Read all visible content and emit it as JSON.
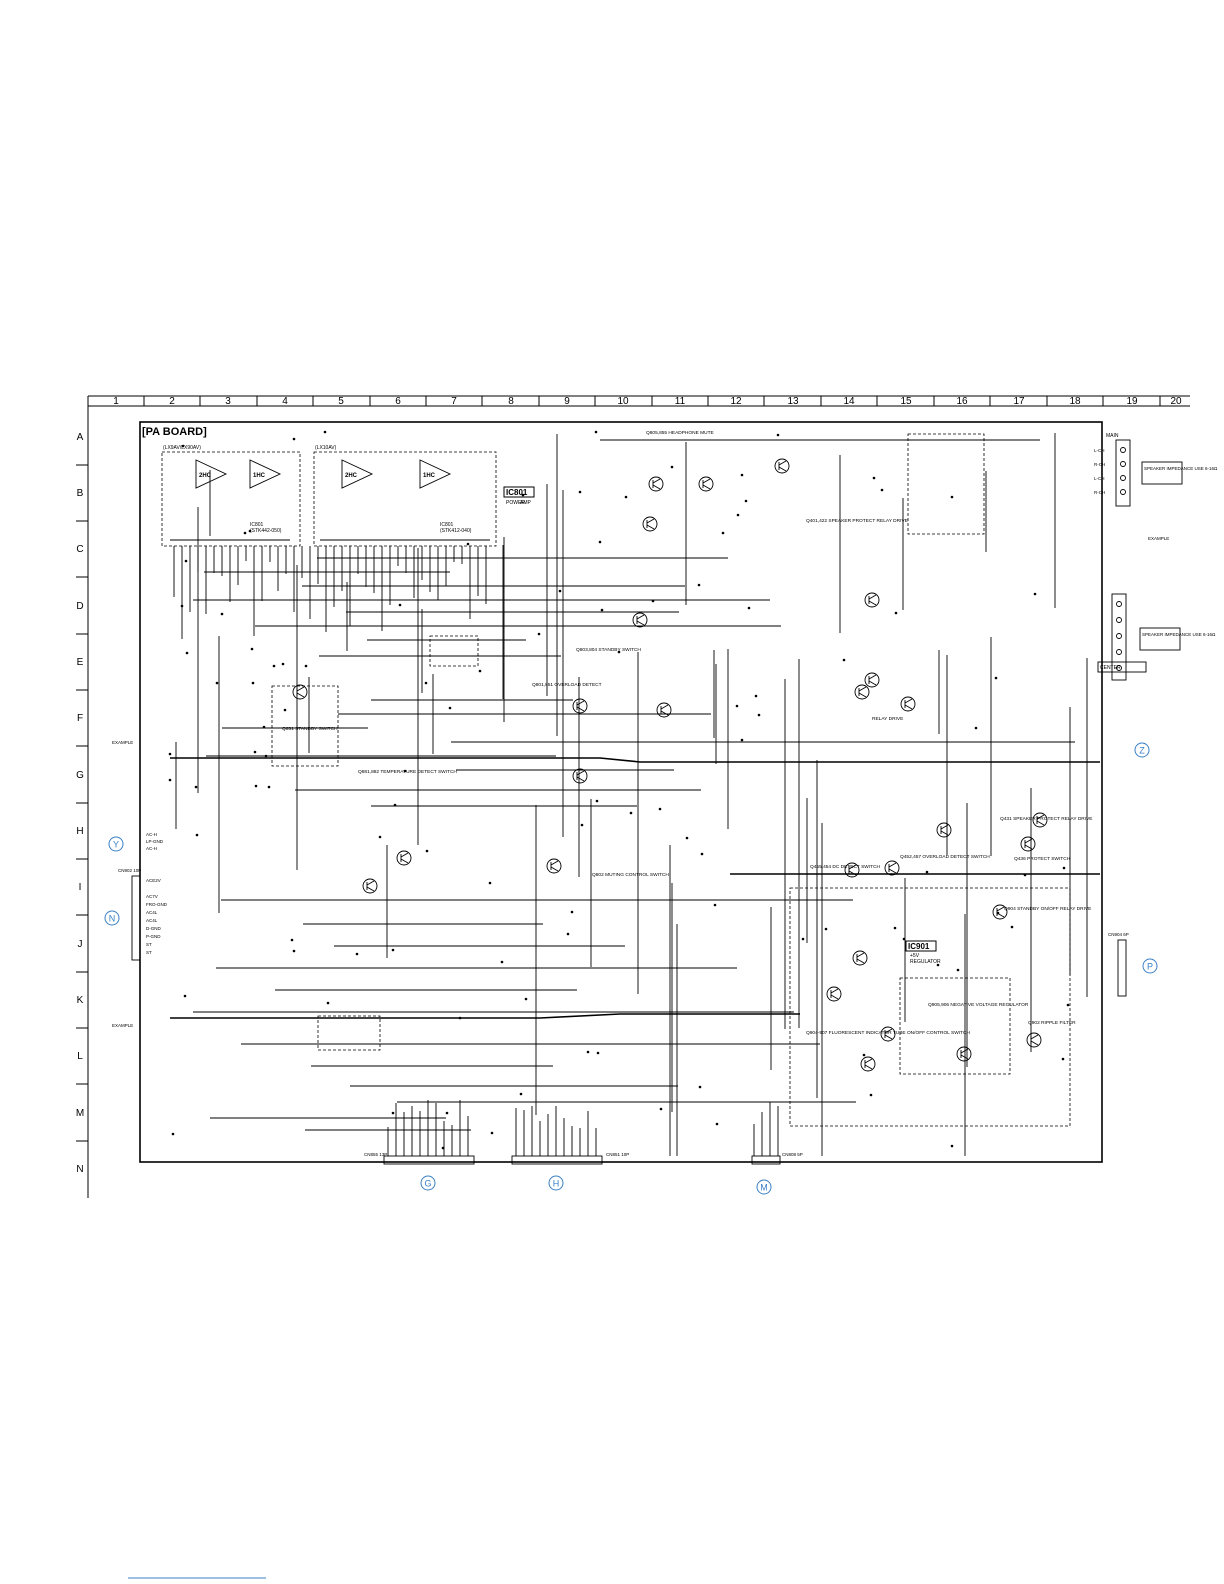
{
  "board_title": "[PA BOARD]",
  "column_labels": [
    "1",
    "2",
    "3",
    "4",
    "5",
    "6",
    "7",
    "8",
    "9",
    "10",
    "11",
    "12",
    "13",
    "14",
    "15",
    "16",
    "17",
    "18",
    "19",
    "20"
  ],
  "row_labels": [
    "A",
    "B",
    "C",
    "D",
    "E",
    "F",
    "G",
    "H",
    "I",
    "J",
    "K",
    "L",
    "M",
    "N"
  ],
  "ics": {
    "ic801": {
      "label": "IC801",
      "desc_1": "POWER",
      "desc_2": "AMP"
    },
    "ic901": {
      "label": "IC901",
      "desc_1": "+5V",
      "desc_2": "REGULATOR"
    }
  },
  "amp_blocks": {
    "left": {
      "variant": "(LX9AV/LX90AV)",
      "ch_a": "2HC",
      "ch_b": "1HC",
      "part": "IC801",
      "part_no": "(STK442-050)"
    },
    "right": {
      "variant": "(LX10AV)",
      "ch_a": "2HC",
      "ch_b": "1HC",
      "part": "IC801",
      "part_no": "(STK412-040)"
    }
  },
  "circuit_captions": {
    "headphone_mute": "Q805,855 HEADPHONE MUTE",
    "standby_switch_upper": "Q803,804 STANDBY SWITCH",
    "overload_detect": "Q801,851 OVERLOAD DETECT",
    "standby_switch": "Q851 STANDBY SWITCH",
    "temp_detect": "Q881,882 TEMPERATURE DETECT SWITCH",
    "muting_control": "Q802 MUTING CONTROL SWITCH",
    "speaker_protect_relay": "Q401,422 SPEAKER PROTECT RELAY DRIVE",
    "relay_drive": "RELAY DRIVE",
    "dc_detect": "Q455,454 DC DETECT SWITCH",
    "overload_detect_2": "Q452,457 OVERLOAD DETECT SWITCH",
    "speaker_protect_drive": "Q431 SPEAKER PROTECT RELAY DRIVE",
    "protect_switch": "Q436 PROTECT SWITCH",
    "standby_onoff": "Q904 STANDBY ON/OFF RELAY DRIVE",
    "fl_tube_switch": "Q904-907 FLUORESCENT INDICATOR TUBE ON/OFF CONTROL SWITCH",
    "neg_regulator": "Q905,906 NEGATIVE VOLTAGE REGULATOR",
    "ripple_filter": "Q902 RIPPLE FILTER"
  },
  "speaker_labels": {
    "main_block": [
      "L-CH",
      "R-CH",
      "L-CH",
      "R-CH"
    ],
    "impedance_1": "SPEAKER IMPEDANCE USE 6-16Ω",
    "impedance_2": "SPEAKER IMPEDANCE USE 6-16Ω",
    "center": "CENTER",
    "main_title": "MAIN"
  },
  "connectors": {
    "cn855": "CN855 13P",
    "cn851": "CN851 10P",
    "cn808": "CN808 5P",
    "cn902": "CN902 10P",
    "cn904": "CN904 6P"
  },
  "ref_marks": {
    "Y": "Y",
    "N": "N",
    "Z": "Z",
    "P": "P",
    "G": "G",
    "H": "H",
    "M": "M"
  },
  "side_notes": {
    "left_upper": "EXAMPLE",
    "left_lower": "EXAMPLE",
    "right_upper": "EXAMPLE"
  },
  "left_pins": [
    "AC-H",
    "LP-GND",
    "AC-H",
    "ACE2V",
    "AC7V",
    "FRO-GND",
    "AC4L",
    "AC4L",
    "D-GND",
    "P-GND",
    "ST",
    "ST"
  ]
}
